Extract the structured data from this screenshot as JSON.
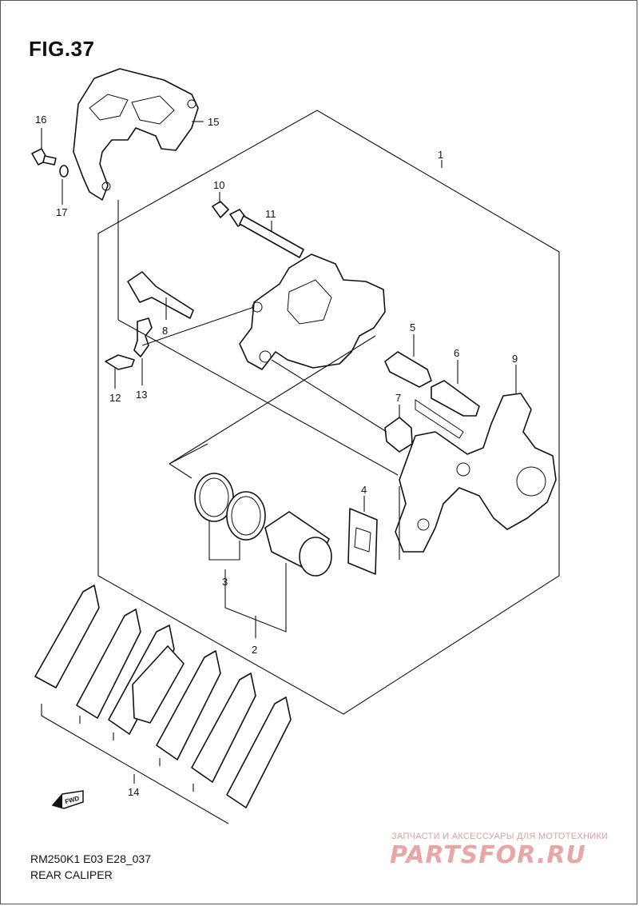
{
  "figure": {
    "title": "FIG.37",
    "model_code": "RM250K1 E03 E28_037",
    "part_name": "REAR CALIPER"
  },
  "callouts": [
    "1",
    "2",
    "3",
    "4",
    "5",
    "6",
    "7",
    "8",
    "9",
    "10",
    "11",
    "12",
    "13",
    "14",
    "15",
    "16",
    "17"
  ],
  "direction_label": "FWD",
  "watermark": {
    "caption": "ЗАПЧАСТИ И АКСЕССУАРЫ ДЛЯ МОТОТЕХНИКИ",
    "logo": "PARTSFOR.RU"
  },
  "colors": {
    "line": "#111111",
    "watermark": "#e8a6a6"
  }
}
